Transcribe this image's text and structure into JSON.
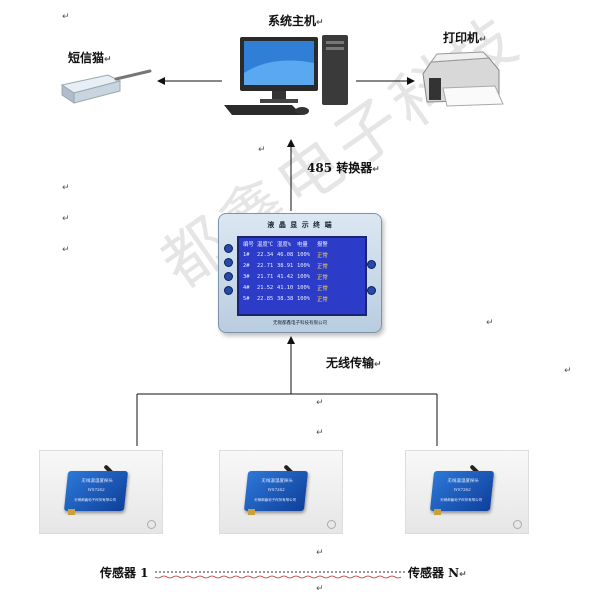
{
  "watermark": "都鑫电子科技",
  "nodes": {
    "host": "系统主机",
    "printer": "打印机",
    "sms": "短信猫",
    "converter": "485 转换器",
    "wireless": "无线传输",
    "sensor_first": "传感器 1",
    "sensor_last": "传感器 N"
  },
  "lcd": {
    "title": "液 晶 显 示 终 端",
    "headers": [
      "编号",
      "温度℃",
      "湿度%",
      "电量",
      "报警"
    ],
    "rows": [
      [
        "1#",
        "22.34",
        "46.08",
        "100%",
        "正常"
      ],
      [
        "2#",
        "22.71",
        "38.91",
        "100%",
        "正常"
      ],
      [
        "3#",
        "21.71",
        "41.42",
        "100%",
        "正常"
      ],
      [
        "4#",
        "21.52",
        "41.10",
        "100%",
        "正常"
      ],
      [
        "5#",
        "22.85",
        "38.38",
        "100%",
        "正常"
      ]
    ],
    "footer": "无锡都鑫电子科技有限公司"
  },
  "sensor_device": {
    "label": "无线温湿度探头",
    "model": "WS7262",
    "company": "无锡都鑫电子科技有限公司"
  },
  "colors": {
    "screen": "#2c3cc8",
    "sensor": "#1f5fc0",
    "link_underline": "#c03030"
  }
}
